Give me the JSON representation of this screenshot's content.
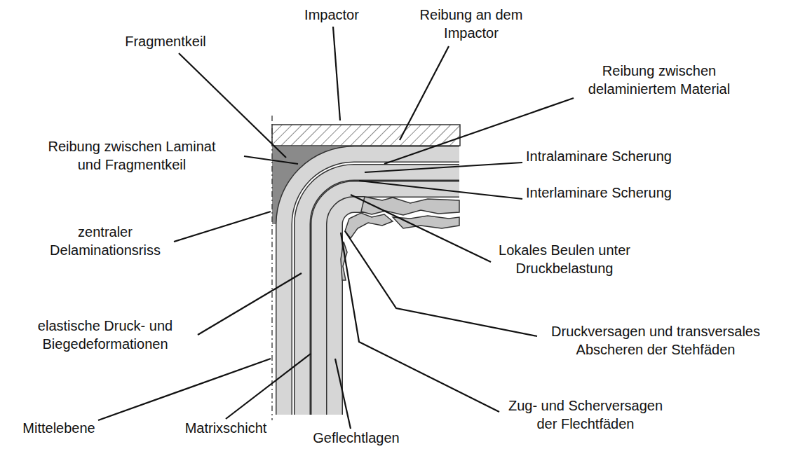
{
  "diagram": {
    "labels": [
      "Impactor",
      "Reibung an dem Impactor",
      "Fragmentkeil",
      "Reibung zwischen delaminiertem Material",
      "Reibung zwischen Laminat und Fragmentkeil",
      "Intralaminare Scherung",
      "Interlaminare Scherung",
      "zentraler Delaminationsriss",
      "Lokales Beulen unter Druckbelastung",
      "elastische Druck- und Biegedeformationen",
      "Druckversagen und transversales Abscheren der Stehfäden",
      "Zug- und Scherversagen der Flechtfäden",
      "Mittelebene",
      "Matrixschicht",
      "Geflechtlagen"
    ]
  }
}
